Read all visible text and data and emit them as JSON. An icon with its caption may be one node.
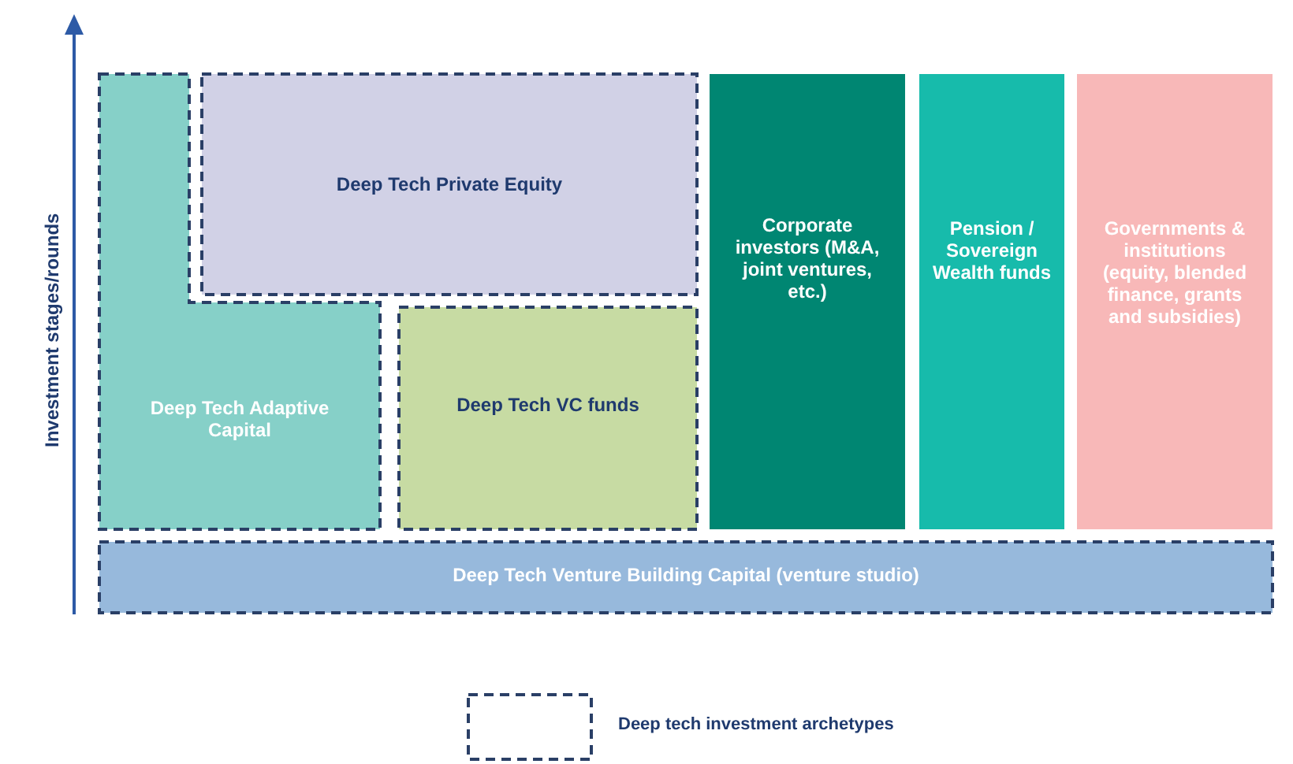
{
  "diagram": {
    "nodes": [
      {
        "text": [
          "Deep Tech Adaptive Capital"
        ]
      },
      {
        "text": [
          "Deep Tech Private Equity"
        ]
      },
      {
        "text": [
          "Deep Tech VC funds"
        ]
      },
      {
        "text": [
          "Corporate investors (M&A, joint ventures, etc.)"
        ]
      },
      {
        "text": [
          "Pension / Sovereign Wealth funds"
        ]
      },
      {
        "text": [
          "Governments & institutions (equity, blended finance, grants and subsidies)"
        ]
      },
      {
        "text": [
          "Deep Tech Venture Building Capital (venture studio)"
        ]
      }
    ],
    "labels": [
      "Investment stages/rounds"
    ],
    "legend": [
      {
        "text": "Deep tech investment archetypes"
      }
    ]
  }
}
